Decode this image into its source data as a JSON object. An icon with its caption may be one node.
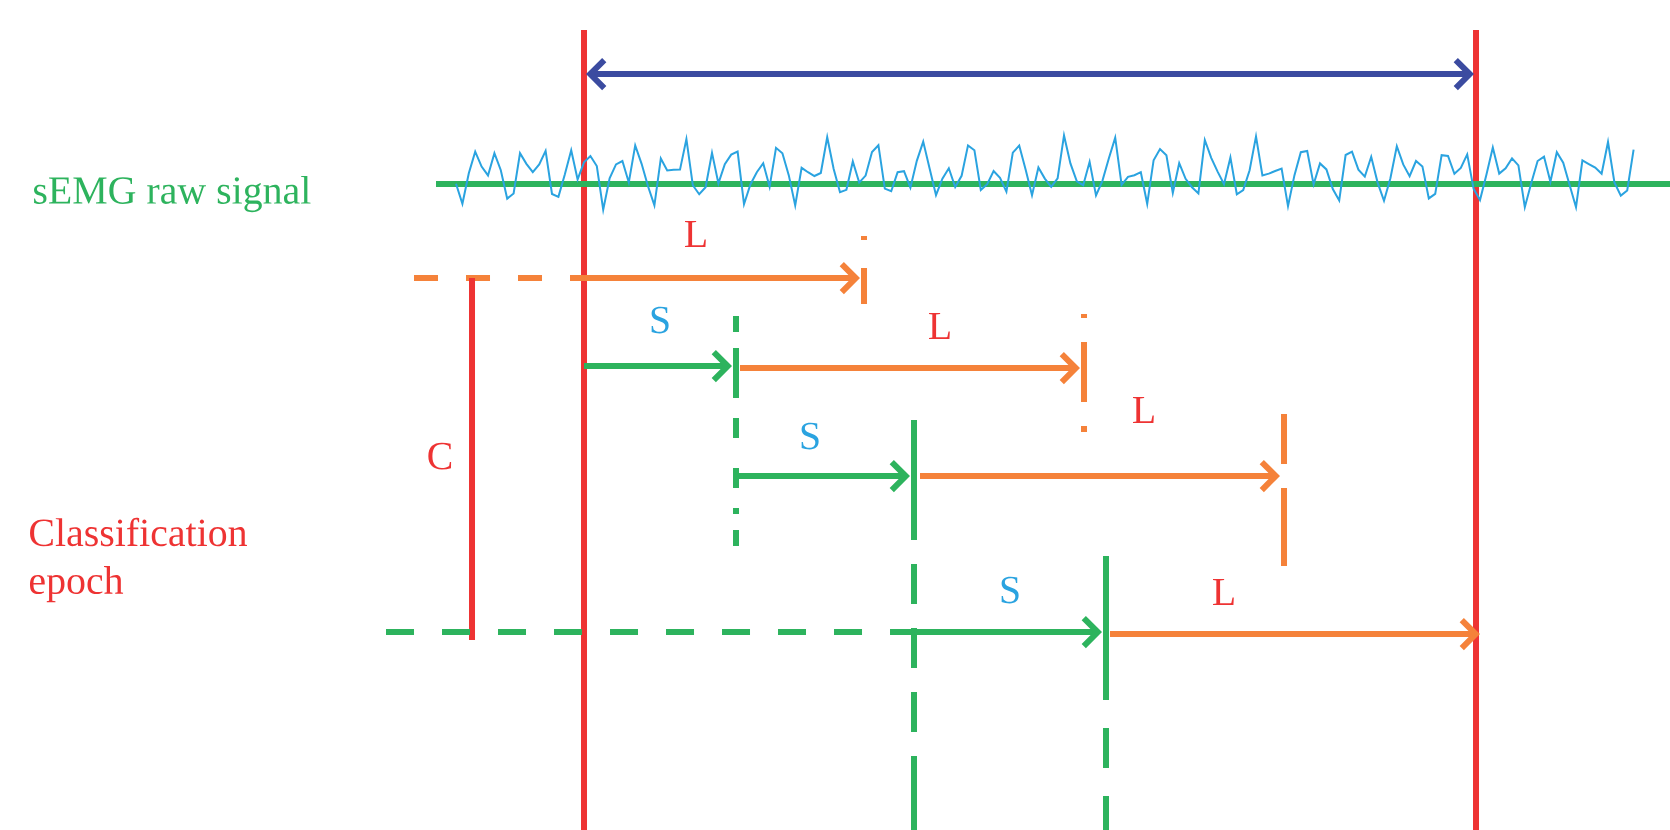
{
  "diagram": {
    "labels": [
      "sEMG raw signal",
      "L",
      "S",
      "L",
      "L",
      "S",
      "C",
      "Classification epoch",
      "S",
      "L"
    ]
  }
}
